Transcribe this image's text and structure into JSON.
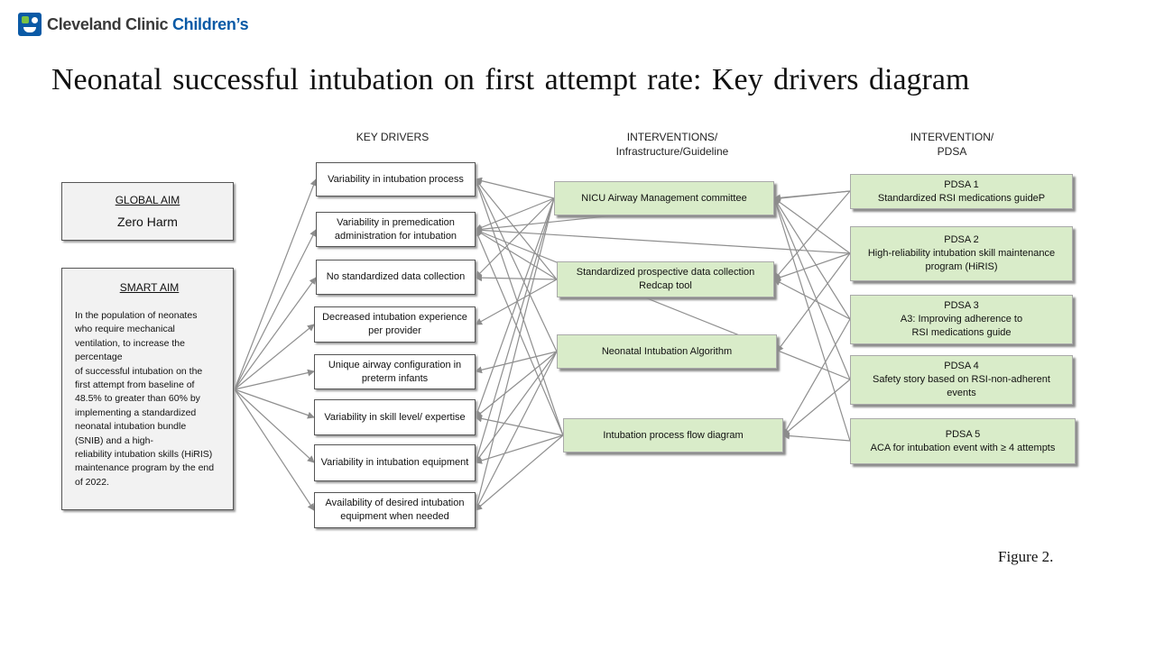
{
  "logo": {
    "name_part1": "Cleveland Clinic",
    "name_part2": "Children’s",
    "icon": "cleveland-clinic-childrens-logo-icon"
  },
  "title": "Neonatal successful intubation on first attempt rate: Key drivers diagram",
  "columns": {
    "key_drivers": "KEY DRIVERS",
    "interventions_line1": "INTERVENTIONS/",
    "interventions_line2": "Infrastructure/Guideline",
    "pdsa_line1": "INTERVENTION/",
    "pdsa_line2": "PDSA"
  },
  "global_aim": {
    "heading": "GLOBAL AIM",
    "text": "Zero Harm"
  },
  "smart_aim": {
    "heading": "SMART AIM",
    "text": "In the population of neonates\nwho require mechanical\nventilation, to increase the\npercentage\nof successful intubation on the\nfirst attempt from baseline of\n48.5% to greater than 60% by\nimplementing a standardized\nneonatal intubation bundle\n(SNIB) and a high-\nreliability intubation skills (HiRIS)\nmaintenance program by the end\nof 2022."
  },
  "drivers": [
    "Variability in intubation process",
    "Variability in premedication administration for intubation",
    "No standardized data collection",
    "Decreased intubation experience per provider",
    "Unique airway configuration in preterm infants",
    "Variability in skill level/ expertise",
    "Variability in intubation equipment",
    "Availability of desired intubation equipment when needed"
  ],
  "interventions": [
    "NICU Airway Management committee",
    "Standardized prospective data collection Redcap tool",
    "Neonatal Intubation Algorithm",
    "Intubation process flow diagram"
  ],
  "pdsa": [
    {
      "title": "PDSA 1",
      "text": "Standardized RSI medications guideP"
    },
    {
      "title": "PDSA 2",
      "text": "High-reliability intubation skill maintenance program (HiRIS)"
    },
    {
      "title": "PDSA 3",
      "text": "A3: Improving adherence to RSI medications guide"
    },
    {
      "title": "PDSA 4",
      "text": "Safety story based on RSI-non-adherent events"
    },
    {
      "title": "PDSA 5",
      "text": "ACA for intubation event with ≥ 4 attempts"
    }
  ],
  "caption": "Figure 2."
}
